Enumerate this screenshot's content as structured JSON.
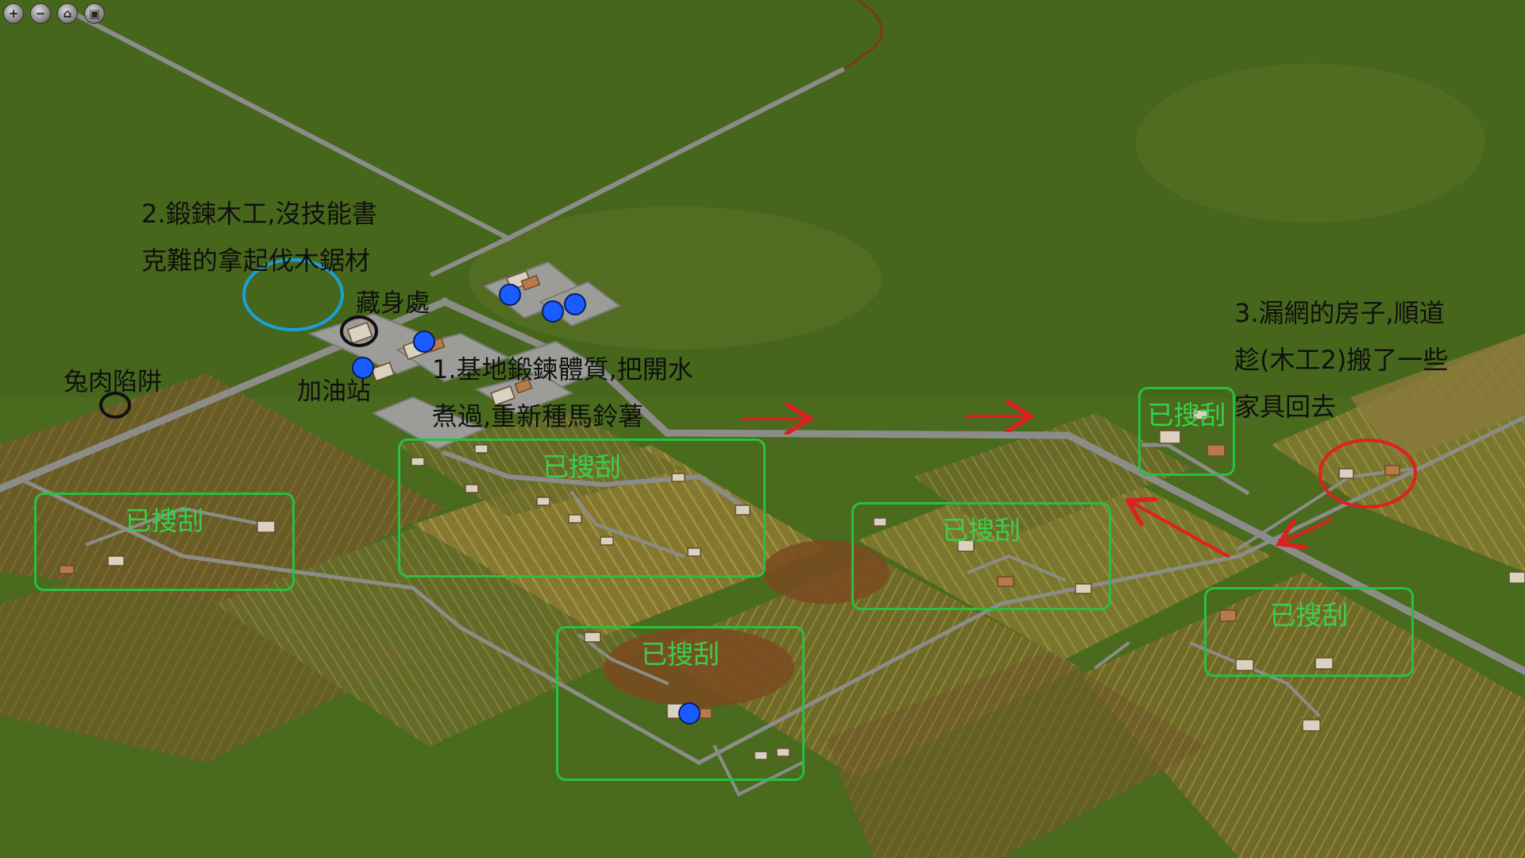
{
  "toolbar": {
    "zoom_in_icon": "+",
    "zoom_out_icon": "−",
    "home_icon": "⌂",
    "layers_icon": "▣"
  },
  "notes": {
    "note2_line1": "2.鍛鍊木工,沒技能書",
    "note2_line2": "克難的拿起伐木鋸材",
    "note1_line1": "1.基地鍛鍊體質,把開水",
    "note1_line2": "煮過,重新種馬鈴薯",
    "note3_line1": "3.漏網的房子,順道",
    "note3_line2": "趁(木工2)搬了一些",
    "note3_line3": "家具回去"
  },
  "labels": {
    "hideout": "藏身處",
    "gas_station": "加油站",
    "rabbit_trap": "兔肉陷阱"
  },
  "scan_label": "已搜刮",
  "colors": {
    "grass": "#4a6a1e",
    "road": "#8c8c88",
    "scavenged_box": "#28c040",
    "marker_blue": "#1a5cff",
    "arrow_red": "#e02020",
    "circle_cyan": "#1aa0d8"
  }
}
